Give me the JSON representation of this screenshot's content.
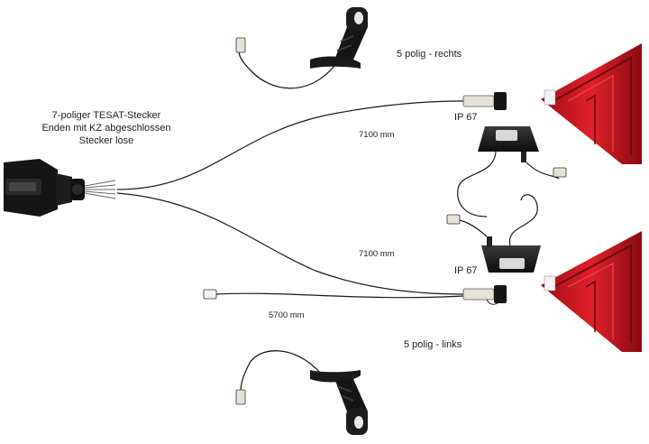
{
  "labels": {
    "connector_title": "7-poliger TESAT-Stecker",
    "connector_line2": "Enden mit KZ abgeschlossen",
    "connector_line3": "Stecker lose",
    "right_polig": "5 polig - rechts",
    "left_polig": "5 polig - links",
    "ip_top": "IP 67",
    "ip_bottom": "IP 67",
    "length_top": "7100 mm",
    "length_mid": "7100 mm",
    "length_bottom": "5700 mm"
  },
  "colors": {
    "cable": "#1a1a1a",
    "connector_body": "#141414",
    "tail_light_red": "#c8141e",
    "tail_light_dark": "#7a0a10",
    "marker_lens": "#e8e8e8",
    "plug_white": "#e6e2d8"
  },
  "icons": {
    "main_connector": "seven-pin-plug-icon",
    "tail_light": "triangle-tail-light-icon",
    "license_light": "license-plate-lamp-icon",
    "marker_light": "side-marker-lamp-icon"
  }
}
